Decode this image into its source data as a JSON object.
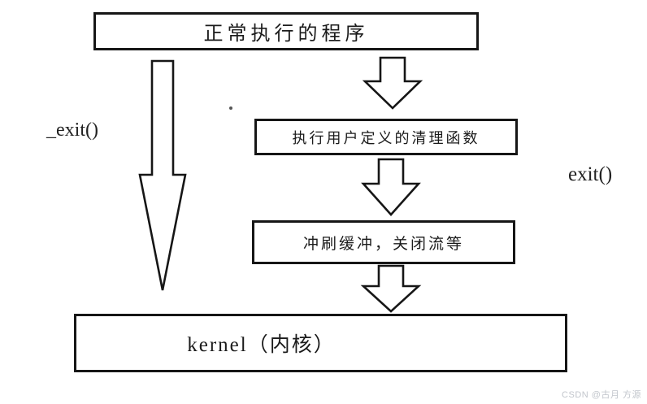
{
  "diagram": {
    "title_hint": "exit() vs _exit() program termination flow",
    "nodes": {
      "normal_program": {
        "label": "正常执行的程序"
      },
      "cleanup": {
        "label": "执行用户定义的清理函数"
      },
      "flush": {
        "label": "冲刷缓冲，关闭流等"
      },
      "kernel": {
        "label": "kernel（内核）"
      }
    },
    "labels": {
      "underscore_exit": "_exit()",
      "exit": "exit()"
    },
    "edges": [
      {
        "from": "normal_program",
        "to": "kernel",
        "via": "_exit()",
        "style": "long-block-arrow"
      },
      {
        "from": "normal_program",
        "to": "cleanup",
        "via": "exit()",
        "style": "block-arrow"
      },
      {
        "from": "cleanup",
        "to": "flush",
        "via": "exit()",
        "style": "block-arrow"
      },
      {
        "from": "flush",
        "to": "kernel",
        "via": "exit()",
        "style": "block-arrow"
      }
    ],
    "colors": {
      "line": "#161616",
      "background": "#ffffff",
      "watermark": "#c2c6cc"
    }
  },
  "watermark": {
    "text": "CSDN @古月 方源"
  }
}
